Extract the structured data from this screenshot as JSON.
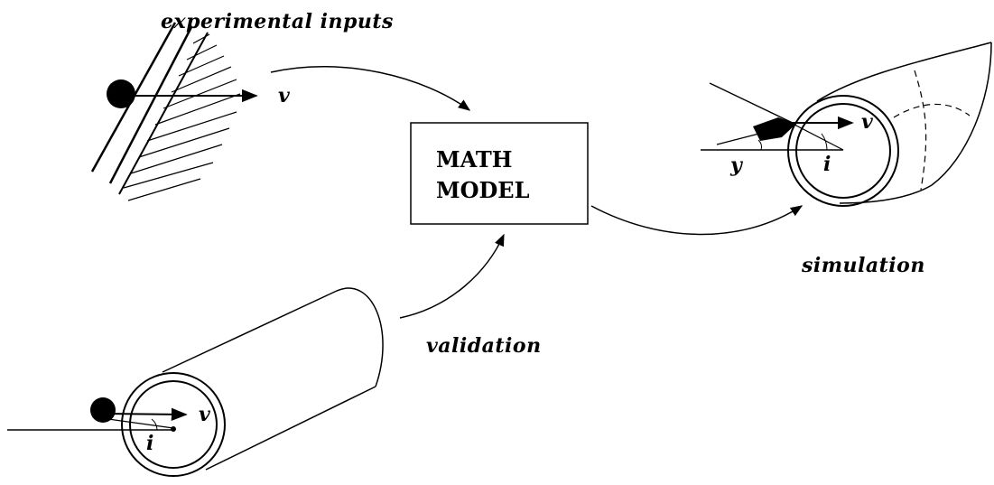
{
  "captions": {
    "experimental_inputs": "experimental inputs",
    "simulation": "simulation",
    "validation": "validation"
  },
  "model_box": {
    "line1": "MATH",
    "line2": "MODEL"
  },
  "symbols": {
    "velocity": "v",
    "incidence": "i",
    "yaw": "y"
  }
}
